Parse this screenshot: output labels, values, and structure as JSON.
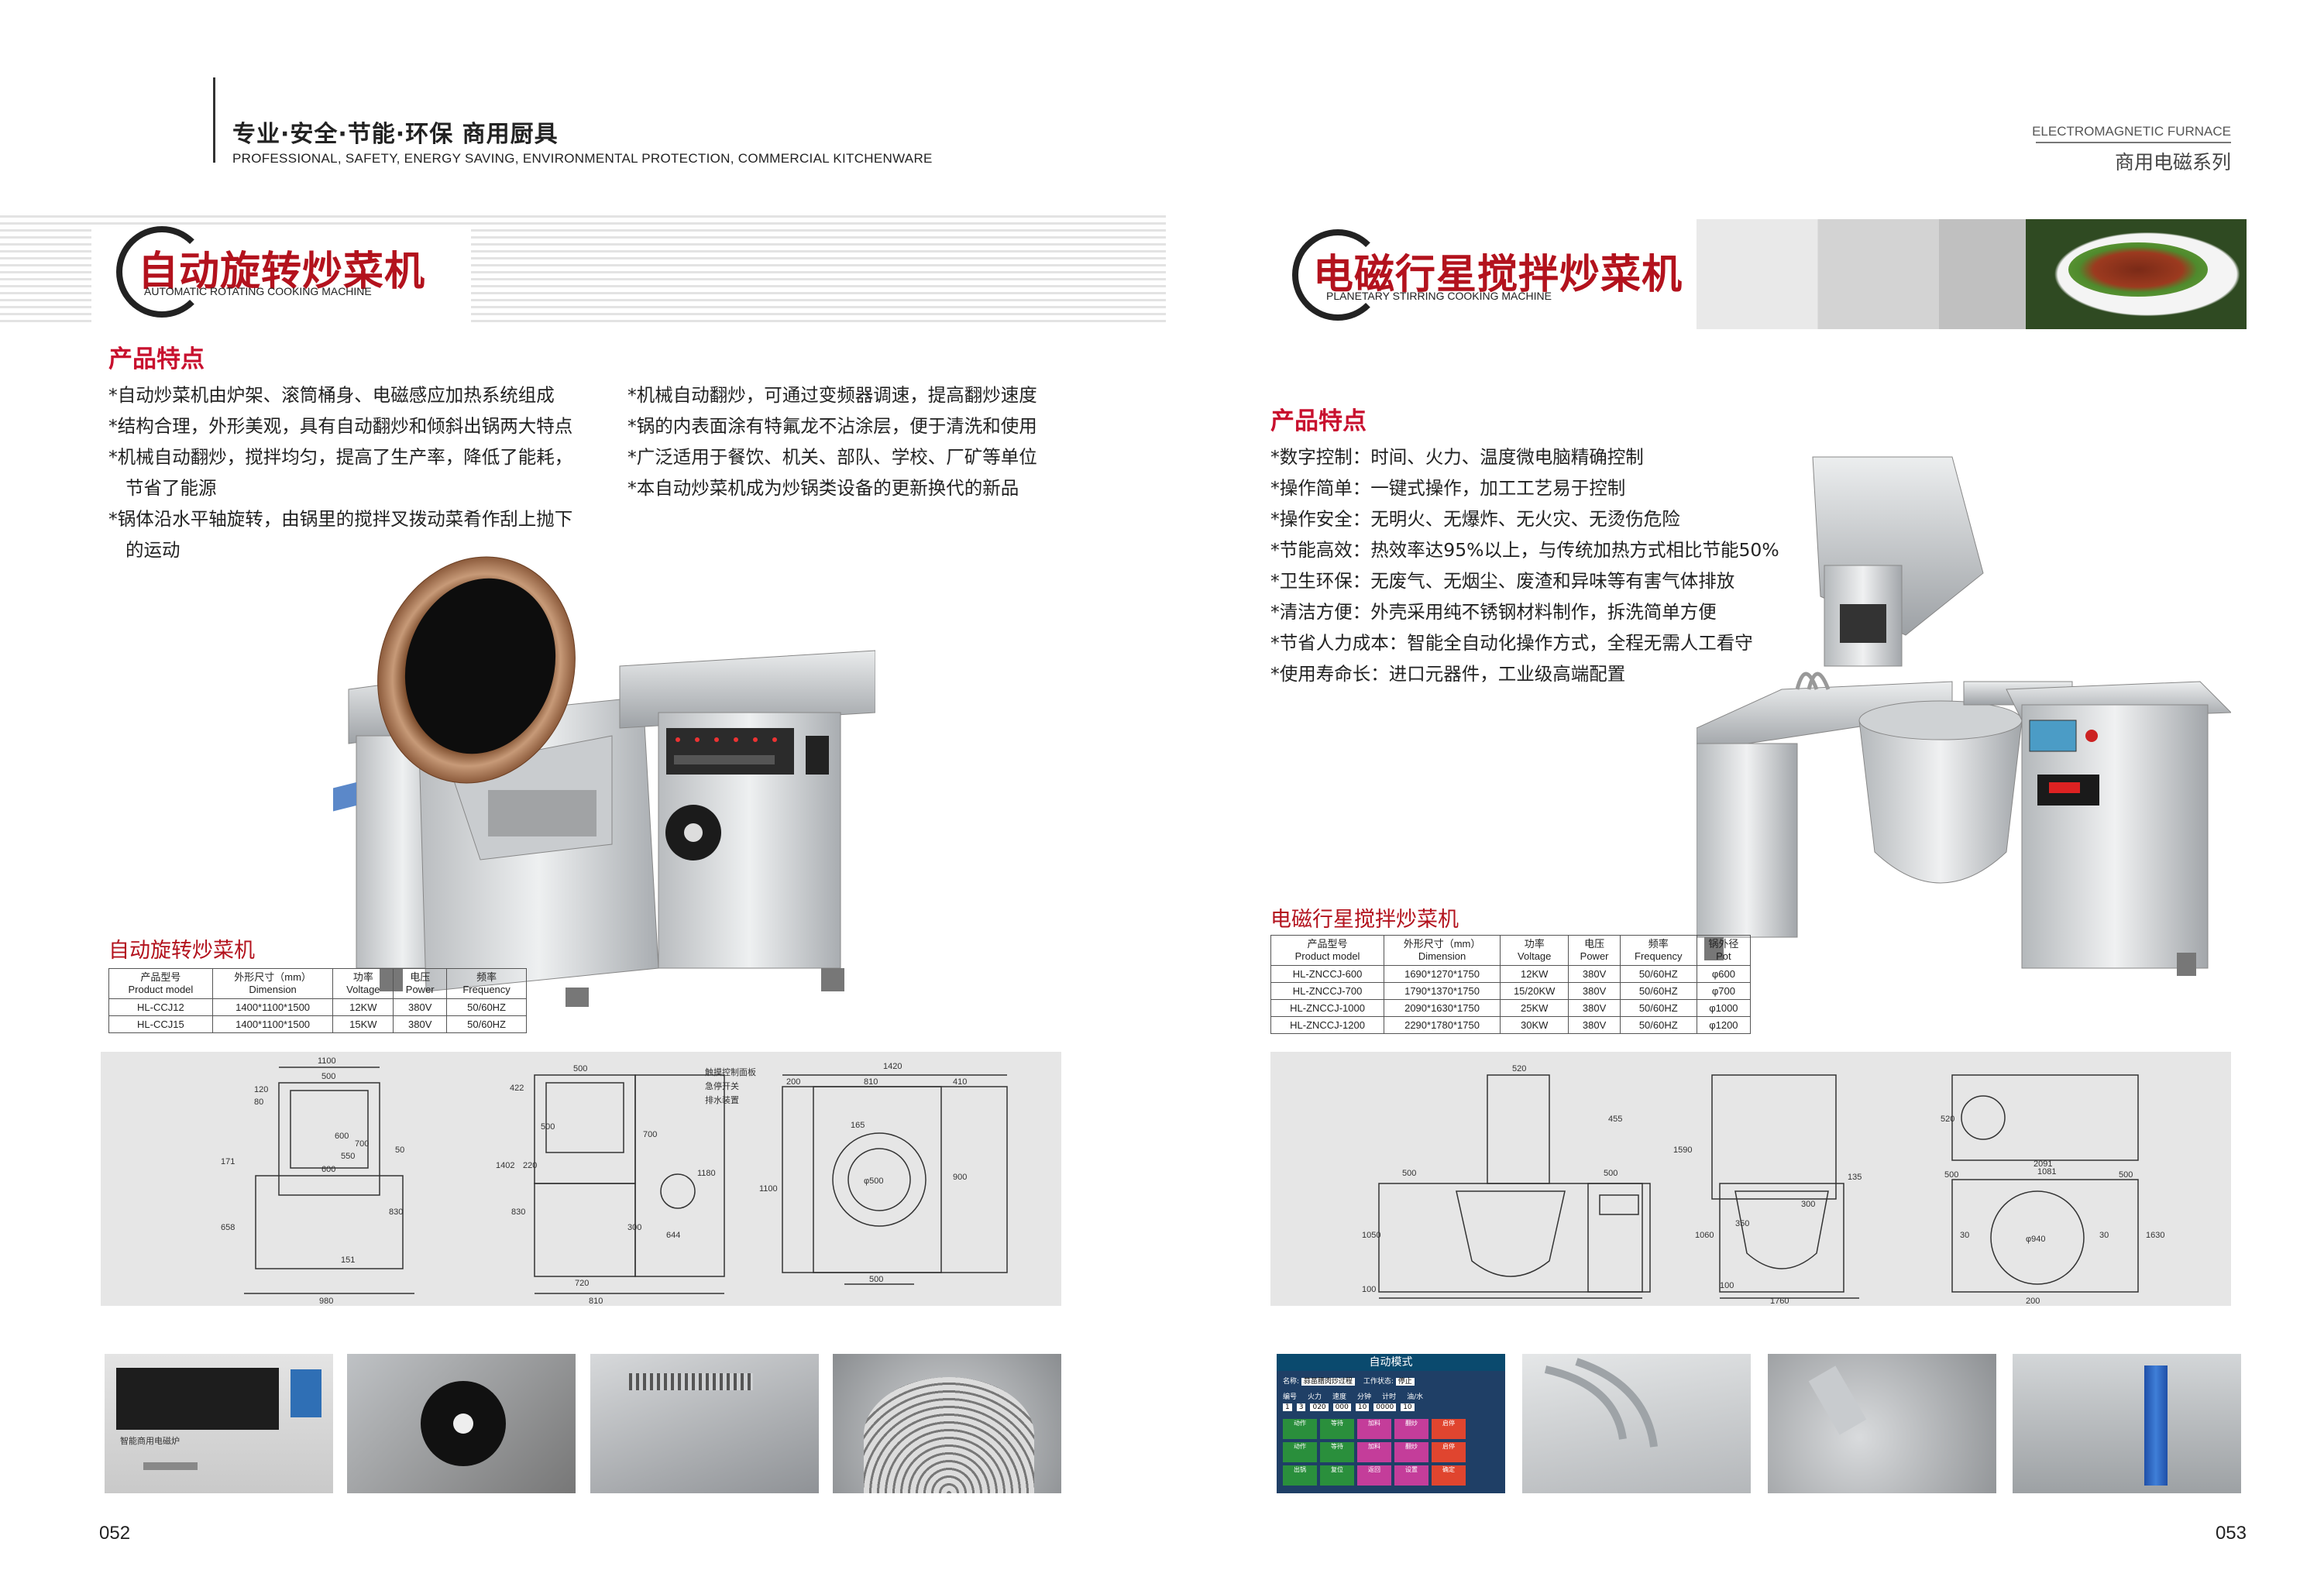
{
  "left_page": {
    "header_cn": "专业·安全·节能·环保 商用厨具",
    "header_en": "PROFESSIONAL, SAFETY, ENERGY SAVING, ENVIRONMENTAL PROTECTION, COMMERCIAL KITCHENWARE",
    "title_cn": "自动旋转炒菜机",
    "title_en": "AUTOMATIC ROTATING COOKING MACHINE",
    "features_heading": "产品特点",
    "features_col1": [
      "*自动炒菜机由炉架、滚筒桶身、电磁感应加热系统组成",
      "*结构合理，外形美观，具有自动翻炒和倾斜出锅两大特点",
      "*机械自动翻炒，搅拌均匀，提高了生产率，降低了能耗，",
      "  节省了能源",
      "*锅体沿水平轴旋转，由锅里的搅拌叉拨动菜肴作刮上抛下",
      "  的运动"
    ],
    "features_col2": [
      "*机械自动翻炒，可通过变频器调速，提高翻炒速度",
      "*锅的内表面涂有特氟龙不沾涂层，便于清洗和使用",
      "*广泛适用于餐饮、机关、部队、学校、厂矿等单位",
      "*本自动炒菜机成为炒锅类设备的更新换代的新品"
    ],
    "table_title": "自动旋转炒菜机",
    "table_headers": [
      [
        "产品型号",
        "Product model"
      ],
      [
        "外形尺寸（mm）",
        "Dimension"
      ],
      [
        "功率",
        "Voltage"
      ],
      [
        "电压",
        "Power"
      ],
      [
        "频率",
        "Frequency"
      ]
    ],
    "table_rows": [
      [
        "HL-CCJ12",
        "1400*1100*1500",
        "12KW",
        "380V",
        "50/60HZ"
      ],
      [
        "HL-CCJ15",
        "1400*1100*1500",
        "15KW",
        "380V",
        "50/60HZ"
      ]
    ],
    "drawing_dims": [
      "1100",
      "500",
      "120",
      "80",
      "600",
      "550",
      "700",
      "50",
      "600",
      "171",
      "658",
      "830",
      "151",
      "980",
      "422",
      "500",
      "500",
      "220",
      "700",
      "1402",
      "830",
      "300",
      "644",
      "1180",
      "720",
      "810",
      "1420",
      "200",
      "810",
      "410",
      "165",
      "1100",
      "900",
      "φ500",
      "500"
    ],
    "drawing_notes": [
      "触摸控制面板",
      "急停开关",
      "排水装置"
    ],
    "panel_label": "智能商用电磁炉",
    "page_number": "052"
  },
  "right_page": {
    "header_en": "ELECTROMAGNETIC FURNACE",
    "header_cn": "商用电磁系列",
    "title_cn": "电磁行星搅拌炒菜机",
    "title_en": "PLANETARY STIRRING COOKING MACHINE",
    "features_heading": "产品特点",
    "features": [
      "*数字控制：时间、火力、温度微电脑精确控制",
      "*操作简单：一键式操作，加工工艺易于控制",
      "*操作安全：无明火、无爆炸、无火灾、无烫伤危险",
      "*节能高效：热效率达95%以上，与传统加热方式相比节能50%",
      "*卫生环保：无废气、无烟尘、废渣和异味等有害气体排放",
      "*清洁方便：外壳采用纯不锈钢材料制作，拆洗简单方便",
      "*节省人力成本：智能全自动化操作方式，全程无需人工看守",
      "*使用寿命长：进口元器件，工业级高端配置"
    ],
    "table_title": "电磁行星搅拌炒菜机",
    "table_headers": [
      [
        "产品型号",
        "Product model"
      ],
      [
        "外形尺寸（mm）",
        "Dimension"
      ],
      [
        "功率",
        "Voltage"
      ],
      [
        "电压",
        "Power"
      ],
      [
        "频率",
        "Frequency"
      ],
      [
        "锅外径",
        "Pot"
      ]
    ],
    "table_rows": [
      [
        "HL-ZNCCJ-600",
        "1690*1270*1750",
        "12KW",
        "380V",
        "50/60HZ",
        "φ600"
      ],
      [
        "HL-ZNCCJ-700",
        "1790*1370*1750",
        "15/20KW",
        "380V",
        "50/60HZ",
        "φ700"
      ],
      [
        "HL-ZNCCJ-1000",
        "2090*1630*1750",
        "25KW",
        "380V",
        "50/60HZ",
        "φ1000"
      ],
      [
        "HL-ZNCCJ-1200",
        "2290*1780*1750",
        "30KW",
        "380V",
        "50/60HZ",
        "φ1200"
      ]
    ],
    "drawing_dims": [
      "520",
      "455",
      "500",
      "500",
      "1050",
      "100",
      "1590",
      "1060",
      "350",
      "300",
      "135",
      "1760",
      "100",
      "520",
      "500",
      "1081",
      "2091",
      "500",
      "φ940",
      "30",
      "30",
      "1630",
      "200"
    ],
    "screen": {
      "title": "自动模式",
      "label_name": "名称:",
      "name_value": "蒜苗腊肉炒过程",
      "label_state": "工作状态:",
      "state_value": "停止",
      "header_row": [
        "编号",
        "火力",
        "速度",
        "分钟",
        "计时",
        "油/水"
      ],
      "value_row": [
        "1",
        "3",
        "020",
        "000",
        "10",
        "0000",
        "10"
      ],
      "buttons": [
        "动作",
        "等待",
        "加料",
        "翻炒",
        "启停",
        "动作",
        "等待",
        "加料",
        "翻炒",
        "启停",
        "出锅",
        "复位",
        "返回",
        "设置",
        "确定"
      ]
    },
    "colors": {
      "title_red": "#b3121d",
      "heading_red": "#c8102e",
      "table_title_red": "#b3121d"
    },
    "page_number": "053"
  }
}
